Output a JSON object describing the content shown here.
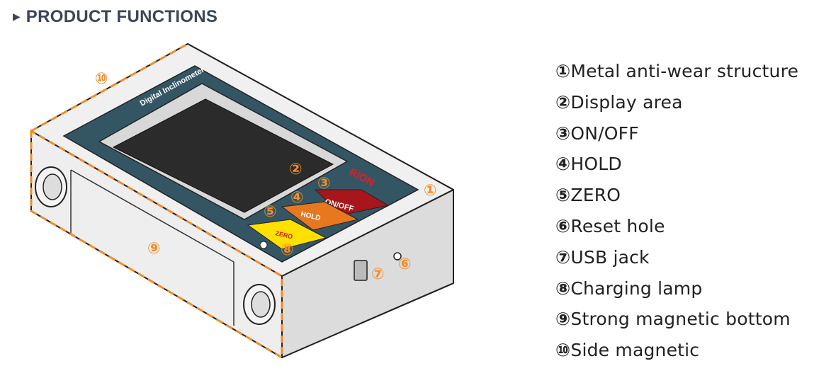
{
  "header": {
    "marker_icon": "triangle-right-icon",
    "title": "PRODUCT FUNCTIONS"
  },
  "colors": {
    "accent": "#f28c28",
    "panel": "#345664",
    "onoff": "#a8161c",
    "hold": "#e8781f",
    "zero": "#ffe000",
    "body": "#e9e9e9"
  },
  "device": {
    "model_label": "Digital Inclinometer",
    "brand": "RION",
    "buttons": {
      "onoff": "ON/OFF",
      "hold": "HOLD",
      "zero": "ZERO"
    }
  },
  "markers": [
    "①",
    "②",
    "③",
    "④",
    "⑤",
    "⑥",
    "⑦",
    "⑧",
    "⑨",
    "⑩"
  ],
  "legend": [
    {
      "num": "①",
      "text": "Metal anti-wear structure"
    },
    {
      "num": "②",
      "text": "Display area"
    },
    {
      "num": "③",
      "text": "ON/OFF"
    },
    {
      "num": "④",
      "text": "HOLD"
    },
    {
      "num": "⑤",
      "text": "ZERO"
    },
    {
      "num": "⑥",
      "text": "Reset hole"
    },
    {
      "num": "⑦",
      "text": "USB jack"
    },
    {
      "num": "⑧",
      "text": "Charging lamp"
    },
    {
      "num": "⑨",
      "text": "Strong magnetic bottom"
    },
    {
      "num": "⑩",
      "text": "Side magnetic"
    }
  ]
}
